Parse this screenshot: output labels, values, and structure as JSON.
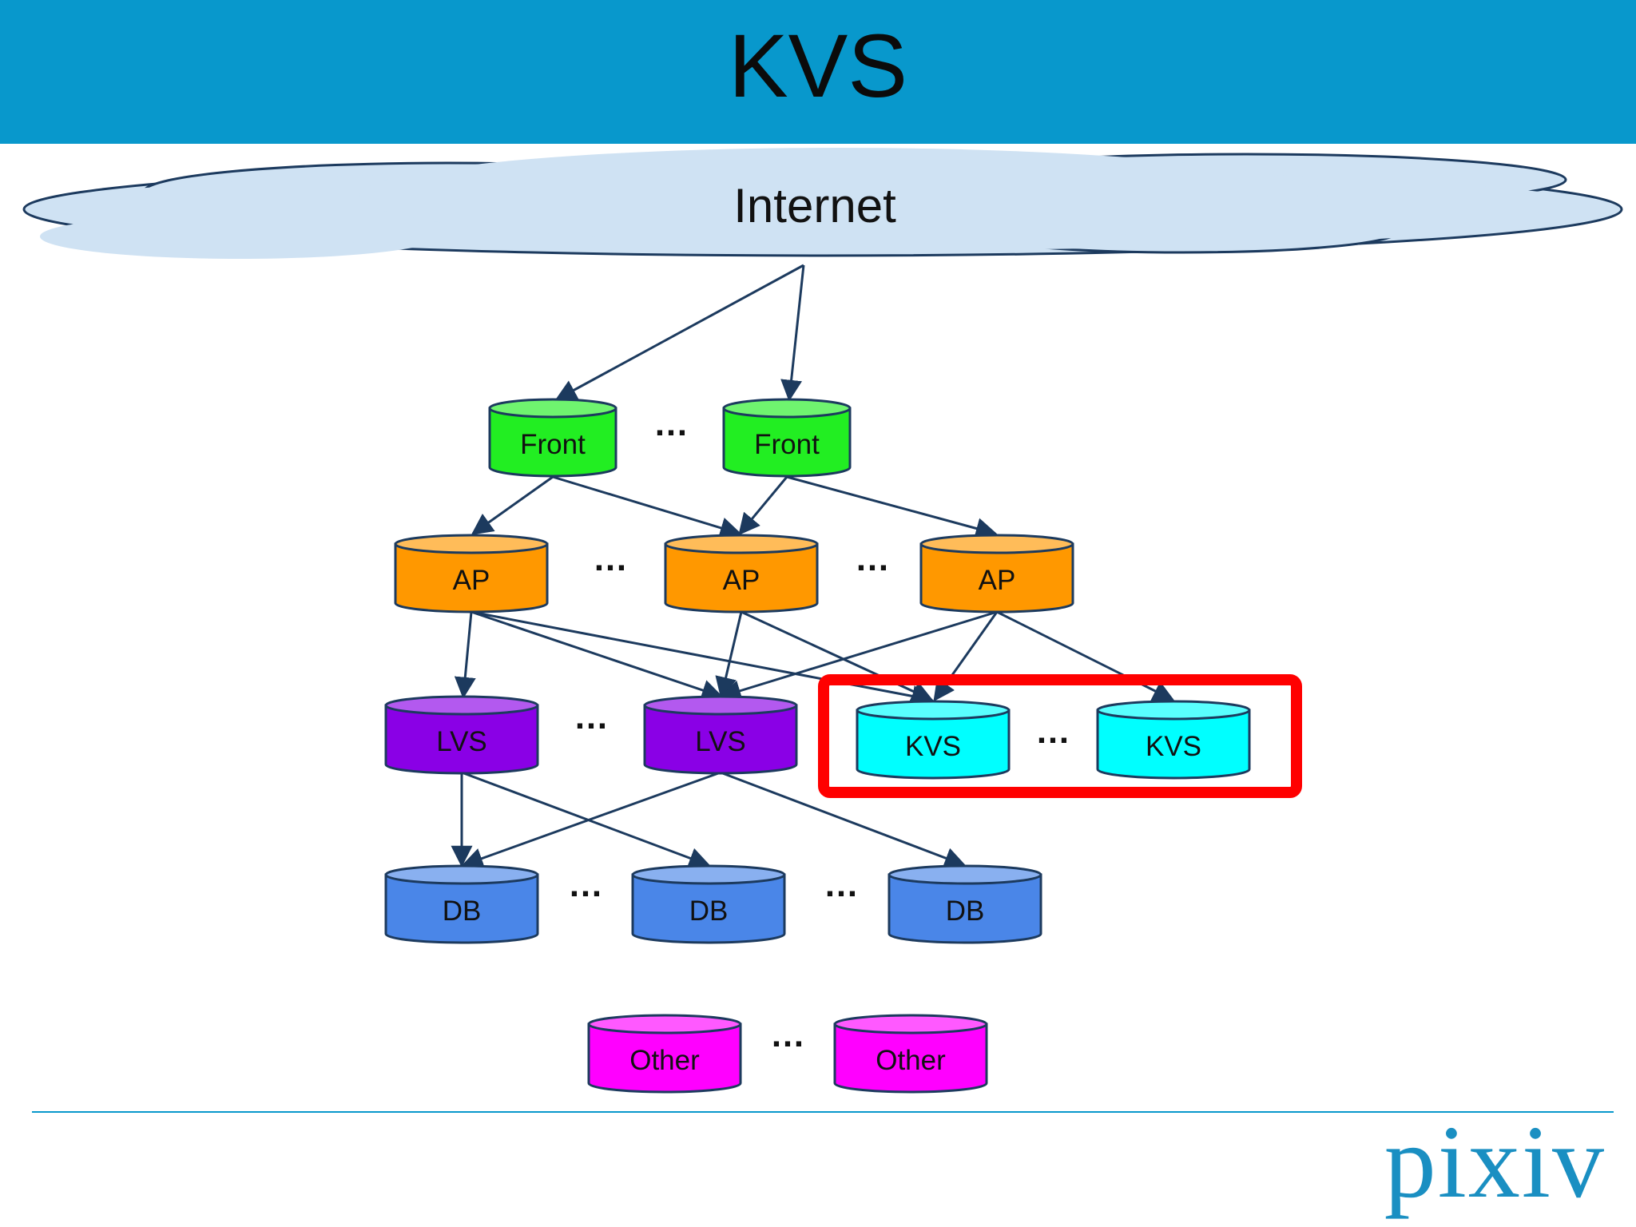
{
  "slide": {
    "title": "KVS"
  },
  "internet": {
    "label": "Internet"
  },
  "layers": {
    "front": {
      "label": "Front",
      "color": "#22ee22"
    },
    "ap": {
      "label": "AP",
      "color": "#ff9800"
    },
    "lvs": {
      "label": "LVS",
      "color": "#8a00e6"
    },
    "kvs": {
      "label": "KVS",
      "color": "#00ffff"
    },
    "db": {
      "label": "DB",
      "color": "#4a86e8"
    },
    "other": {
      "label": "Other",
      "color": "#ff00ff"
    }
  },
  "ellipsis": "…",
  "highlight": {
    "color": "#ff0000",
    "target": "KVS"
  },
  "logo": {
    "text": "pixiv",
    "color": "#1a8fc2"
  },
  "colors": {
    "header": "#0898cc",
    "arrows": "#1c3a5e",
    "cloud": "#cfe2f3",
    "rule": "#0898cc"
  }
}
